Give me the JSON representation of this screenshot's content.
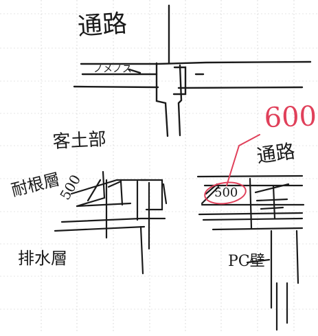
{
  "labels": {
    "road_top": "通路",
    "mark_top": "ノメノス",
    "cover_soil": "客土部",
    "root_barrier": "耐根層",
    "drainage_layer": "排水層",
    "dim_left": "500",
    "value_red": "600",
    "road_right": "通路",
    "dim_right": "500",
    "pc_wall": "PC壁"
  },
  "colors": {
    "ink": "#1a1a1a",
    "red_ink": "#e0405a",
    "grid": "#c9c9c9"
  }
}
